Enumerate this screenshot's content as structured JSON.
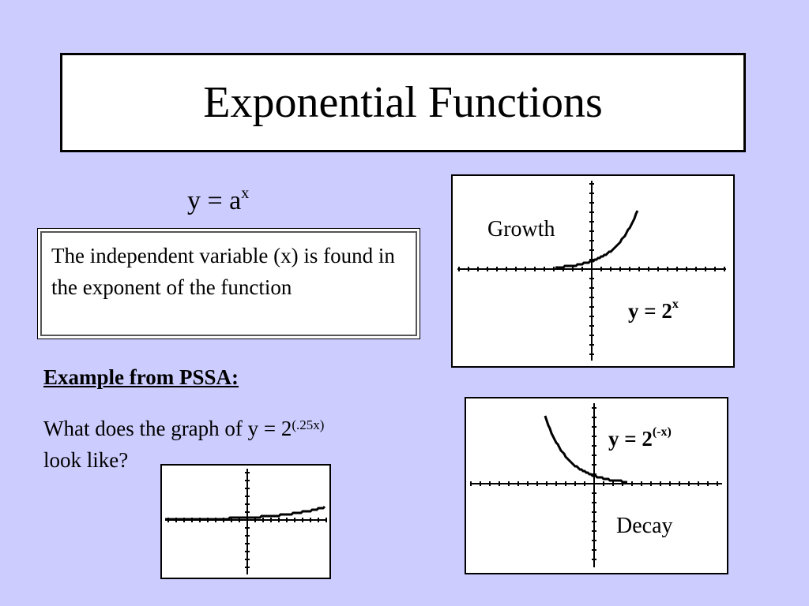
{
  "title": "Exponential Functions",
  "formula": {
    "base": "y = a",
    "exponent": "x"
  },
  "definition": "The independent variable (x) is found in the exponent of the function",
  "example": {
    "heading": "Example from PSSA:",
    "question_prefix": "What does the graph of y = 2",
    "question_exponent": "(.25x)",
    "question_suffix": "look like?"
  },
  "graphs": {
    "growth": {
      "label": "Growth",
      "equation_base": "y = 2",
      "equation_exponent": "x"
    },
    "decay": {
      "label": "Decay",
      "equation_base": "y = 2",
      "equation_exponent": "(-x)"
    }
  },
  "colors": {
    "background": "#ccccff",
    "panel": "#ffffff",
    "ink": "#000000"
  }
}
